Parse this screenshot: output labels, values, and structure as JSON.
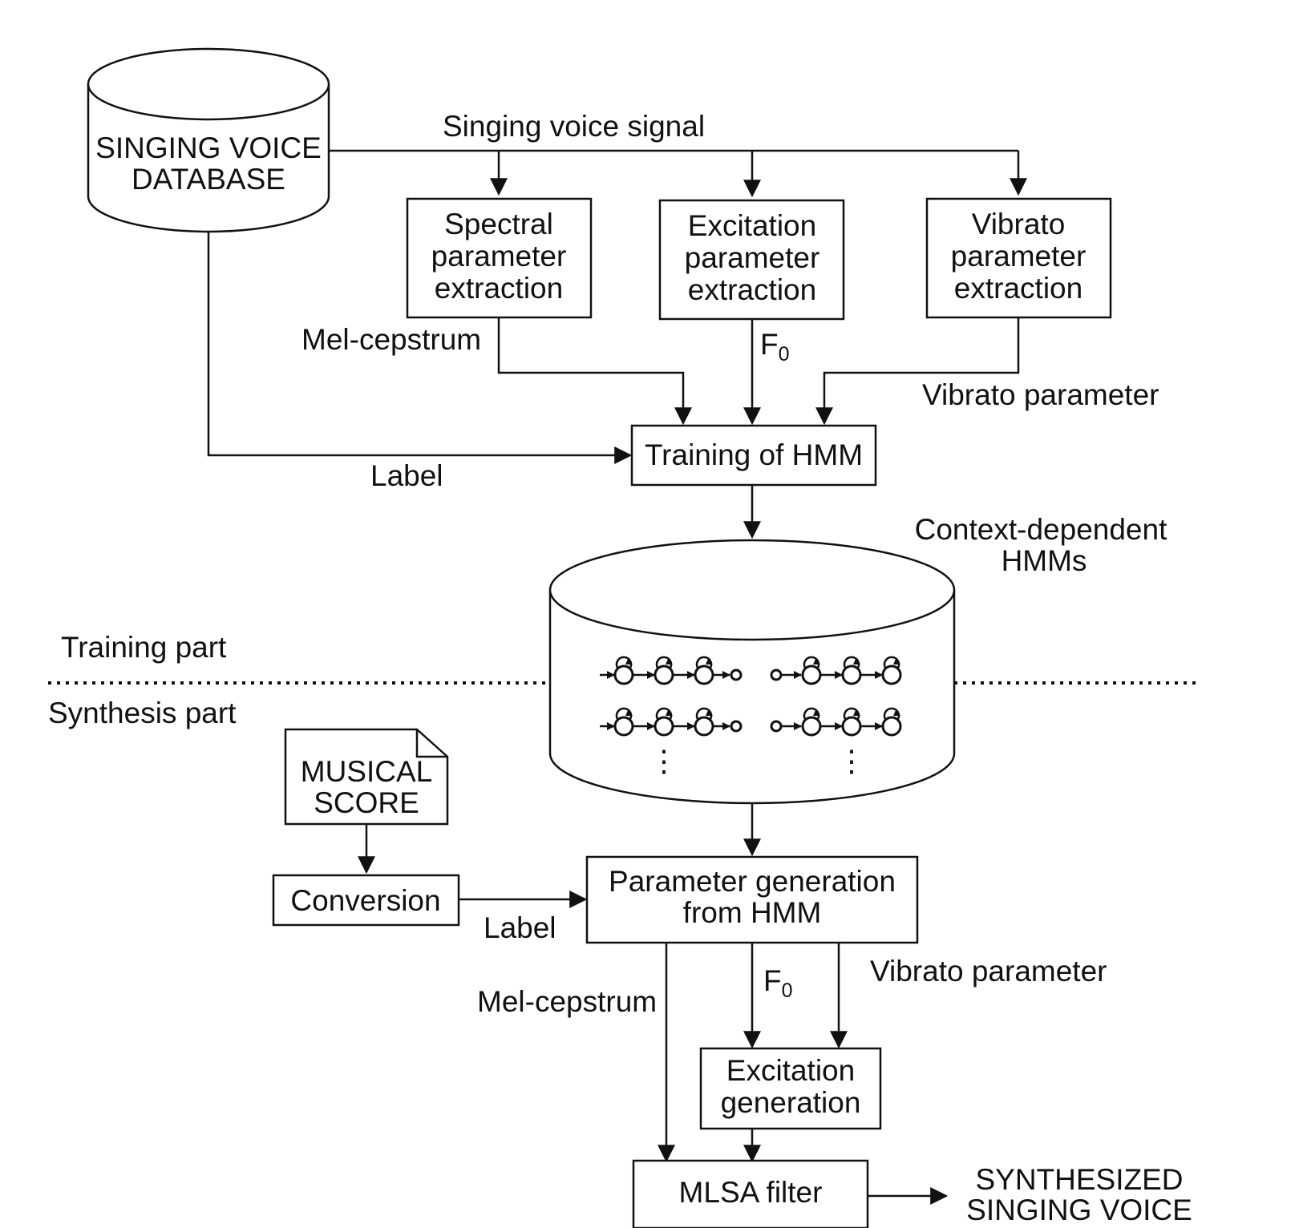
{
  "database": {
    "line1": "SINGING VOICE",
    "line2": "DATABASE"
  },
  "labels": {
    "singing_voice_signal": "Singing voice signal",
    "mel_cepstrum_train": "Mel-cepstrum",
    "f0_train_main": "F",
    "f0_train_sub": "0",
    "vibrato_train": "Vibrato parameter",
    "label_train": "Label",
    "context_line1": "Context-dependent",
    "context_line2": "HMMs",
    "training_part": "Training part",
    "synthesis_part": "Synthesis part",
    "label_synth": "Label",
    "mel_cepstrum_synth": "Mel-cepstrum",
    "f0_synth_main": "F",
    "f0_synth_sub": "0",
    "vibrato_synth": "Vibrato parameter",
    "output_line1": "SYNTHESIZED",
    "output_line2": "SINGING VOICE",
    "ellipsis_left": "⋮",
    "ellipsis_right": "⋮"
  },
  "boxes": {
    "spectral": [
      "Spectral",
      "parameter",
      "extraction"
    ],
    "excitation_extract": [
      "Excitation",
      "parameter",
      "extraction"
    ],
    "vibrato_extract": [
      "Vibrato",
      "parameter",
      "extraction"
    ],
    "training": "Training of HMM",
    "musical_score": [
      "MUSICAL",
      "SCORE"
    ],
    "conversion": "Conversion",
    "param_gen": [
      "Parameter generation",
      "from HMM"
    ],
    "excitation_gen": [
      "Excitation",
      "generation"
    ],
    "mlsa": "MLSA filter"
  }
}
